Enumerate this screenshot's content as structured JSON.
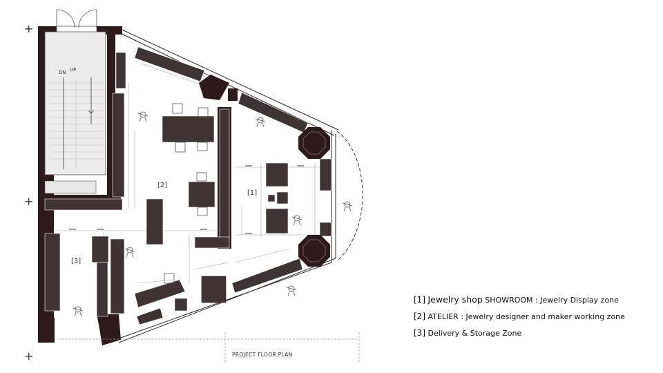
{
  "plan": {
    "caption": "PROJECT FLOOR PLAN",
    "stair": {
      "dn": "DN",
      "up": "UP"
    },
    "zones": [
      {
        "id": "atelier",
        "label": "[2]"
      },
      {
        "id": "showroom",
        "label": "[1]"
      },
      {
        "id": "delivery",
        "label": "[3]"
      }
    ],
    "registration_mark": "+",
    "colors": {
      "wall": "#2e1a1a",
      "furniture": "#3f3333",
      "stair_fill": "#ececec",
      "dims": "#9a9a9a"
    }
  },
  "legend": [
    {
      "number": "[1]",
      "highlight": "Jewelry shop",
      "text": "SHOWROOM : Jewelry Display zone"
    },
    {
      "number": "[2]",
      "highlight": "",
      "text": "ATELIER : Jewelry designer and maker working zone"
    },
    {
      "number": "[3]",
      "highlight": "",
      "text": "Delivery & Storage Zone"
    }
  ]
}
